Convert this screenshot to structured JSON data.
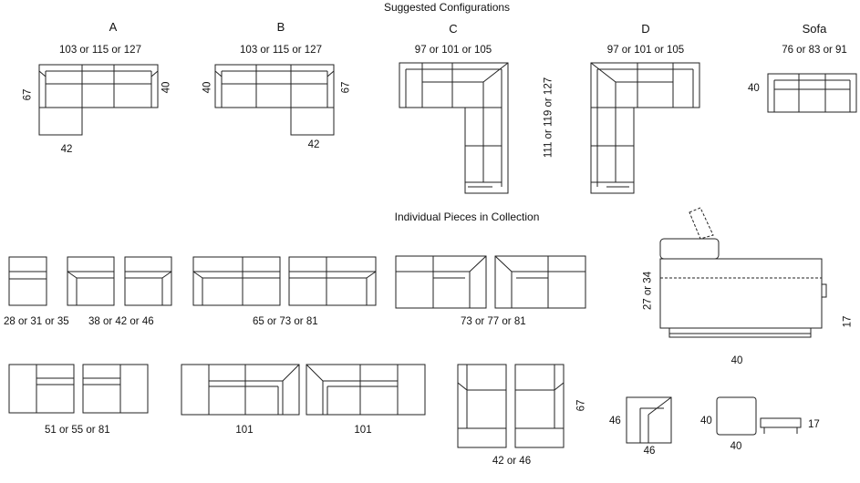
{
  "headings": {
    "suggested": "Suggested Configurations",
    "individual": "Individual Pieces in Collection"
  },
  "configs": {
    "A": {
      "letter": "A",
      "width": "103 or 115 or 127",
      "left_depth": "67",
      "right_depth": "40",
      "chaise": "42"
    },
    "B": {
      "letter": "B",
      "width": "103 or 115 or 127",
      "left_depth": "40",
      "right_depth": "67",
      "chaise": "42"
    },
    "C": {
      "letter": "C",
      "width": "97 or 101 or 105",
      "length": "111 or 119 or 127"
    },
    "D": {
      "letter": "D",
      "width": "97 or 101 or 105"
    },
    "sofa": {
      "letter": "Sofa",
      "width": "76 or 83 or 91",
      "depth": "40"
    }
  },
  "pieces": {
    "armless": "28 or 31 or 35",
    "one_arm": "38 or 42 or 46",
    "loveseat_arm": "65 or 73 or 81",
    "corner_arm": "73 or 77 or 81",
    "side_panel": "51 or 55 or 81",
    "corner_left": "101",
    "corner_right": "101",
    "chaise_width": "42 or 46",
    "chaise_length": "67",
    "wedge_a": "46",
    "wedge_b": "46",
    "ottoman_a": "40",
    "ottoman_b": "40",
    "bench_h": "17"
  },
  "profile": {
    "height": "27 or 34",
    "seat_height": "17",
    "depth": "40"
  }
}
